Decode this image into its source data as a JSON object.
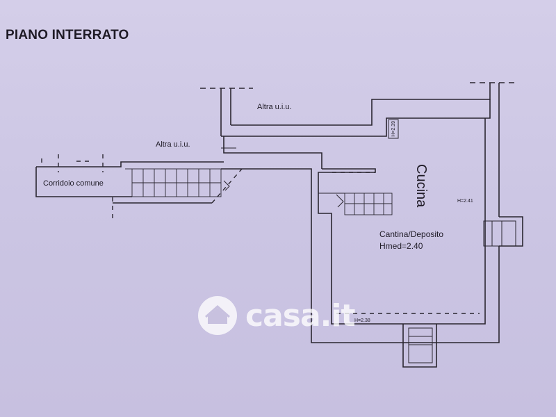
{
  "title": "PIANO INTERRATO",
  "labels": {
    "altra_upper": "Altra u.i.u.",
    "altra_lower": "Altra u.i.u.",
    "corridoio": "Corridoio comune",
    "cucina": "Cucina",
    "cantina": "Cantina/Deposito",
    "hmed": "Hmed=2.40",
    "h_241": "H=2.41",
    "h_239": "H=2.39",
    "h_238": "H=2.38"
  },
  "watermark": {
    "text": "casa.it",
    "icon": "house-icon"
  },
  "colors": {
    "paper": "#cfc9e6",
    "ink": "#2a2630",
    "watermark": "#ffffff"
  }
}
